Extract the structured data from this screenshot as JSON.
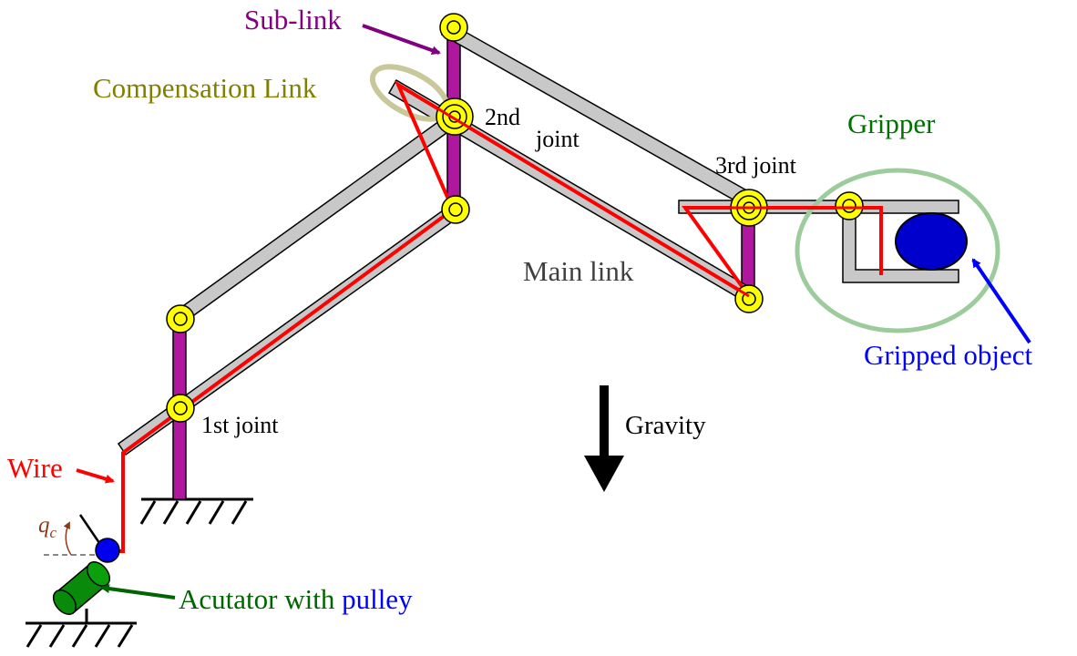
{
  "labels": {
    "sub_link": "Sub-link",
    "compensation_link": "Compensation Link",
    "second_joint_a": "2nd",
    "second_joint_b": "joint",
    "third_joint": "3rd joint",
    "gripper": "Gripper",
    "main_link": "Main link",
    "gripped_object": "Gripped object",
    "first_joint": "1st joint",
    "gravity": "Gravity",
    "wire": "Wire",
    "q_main": "q",
    "q_sub": "c",
    "actuator_prefix": "Acutator with ",
    "actuator_pulley": "pulley"
  },
  "colors": {
    "link_fill": "#c8c8c8",
    "link_stroke": "#000000",
    "joint_fill": "#ffff00",
    "post_fill": "#b0179f",
    "wire": "#ff0000",
    "sub_link_label": "#800080",
    "compensation_label": "#808000",
    "compensation_ring": "#c8c89a",
    "gripper_label": "#007000",
    "gripper_ring": "#9ccc9c",
    "object_fill": "#0000cc",
    "object_label": "#0000ff",
    "actuator_fill": "#0a8a0a",
    "actuator_label": "#006400",
    "pulley_fill": "#0000ee",
    "q_color": "#8b3a1a",
    "gravity_arrow": "#000000"
  },
  "icons": [
    "revolute-joint-icon",
    "ground-hatch-icon",
    "gravity-arrow-icon",
    "pulley-icon",
    "actuator-cylinder-icon"
  ]
}
